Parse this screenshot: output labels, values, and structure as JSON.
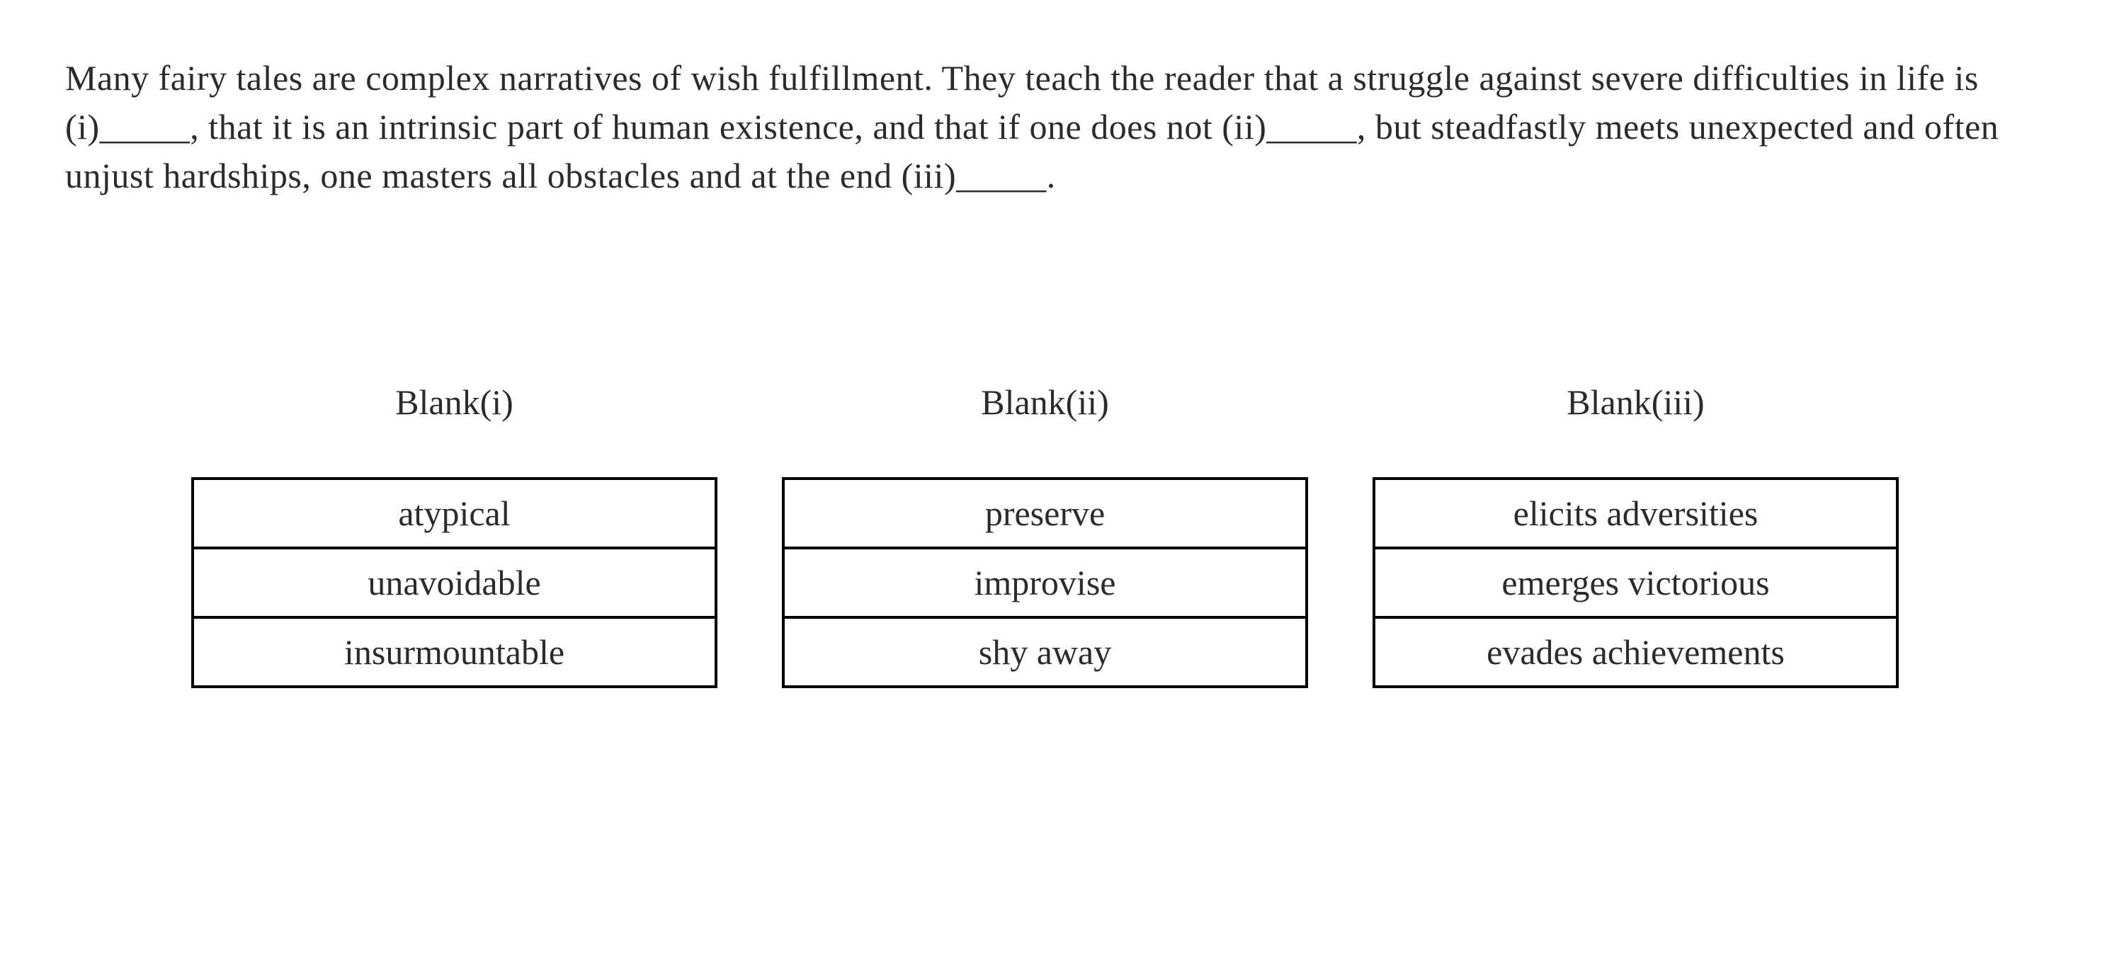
{
  "page": {
    "background_color": "#ffffff",
    "text_color": "#2b2b2b",
    "table_border_color": "#000000"
  },
  "passage": {
    "lines": [
      "Many fairy tales are complex narratives of wish fulfillment. They teach the reader that a struggle against severe difficulties in life is",
      "(i)_____, that it is an intrinsic part of human existence, and that if one does not (ii)_____, but steadfastly meets unexpected and often",
      "unjust hardships, one masters all obstacles and at the end (iii)_____."
    ]
  },
  "blanks": [
    {
      "label": "Blank(i)",
      "options": [
        "atypical",
        "unavoidable",
        "insurmountable"
      ]
    },
    {
      "label": "Blank(ii)",
      "options": [
        "preserve",
        "improvise",
        "shy away"
      ]
    },
    {
      "label": "Blank(iii)",
      "options": [
        "elicits adversities",
        "emerges victorious",
        "evades achievements"
      ]
    }
  ]
}
